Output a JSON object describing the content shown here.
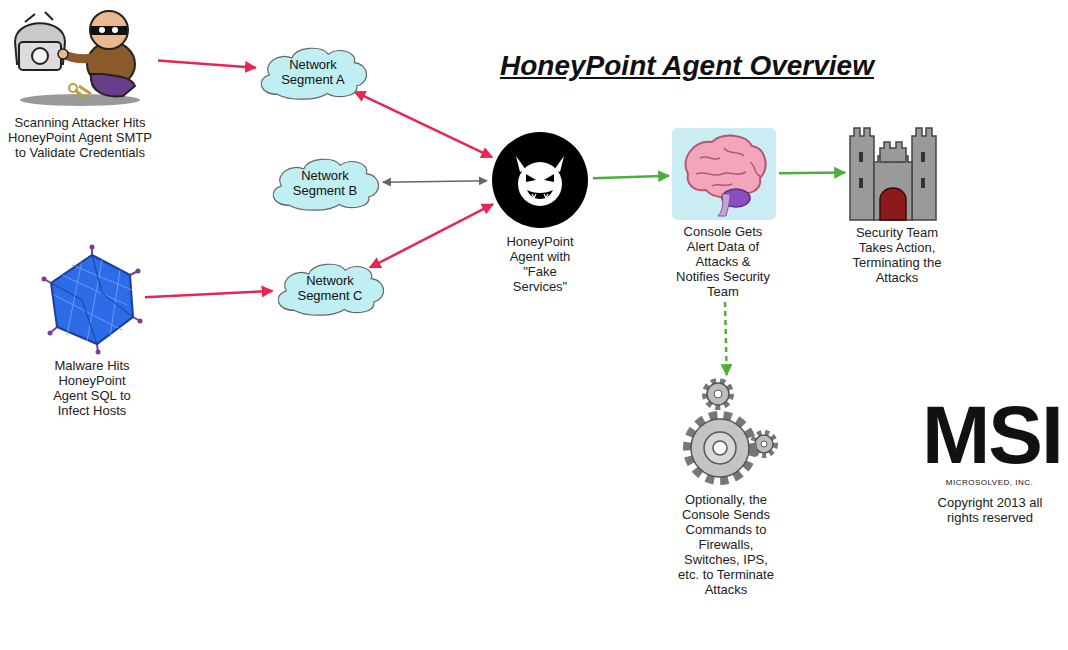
{
  "diagram": {
    "title": "HoneyPoint Agent Overview",
    "nodes": [
      {
        "text": [
          "Scanning Attacker Hits HoneyPoint Agent SMTP to Validate Credentials"
        ]
      },
      {
        "text": [
          "Network Segment A"
        ]
      },
      {
        "text": [
          "Network Segment B"
        ]
      },
      {
        "text": [
          "HoneyPoint Agent with \"Fake Services\""
        ]
      },
      {
        "text": [
          "Console Gets Alert Data of Attacks & Notifies Security Team"
        ]
      },
      {
        "text": [
          "Security Team Takes Action, Terminating the Attacks"
        ]
      },
      {
        "text": [
          "Network Segment C"
        ]
      },
      {
        "text": [
          "Malware Hits HoneyPoint Agent SQL to Infect Hosts"
        ]
      },
      {
        "text": [
          "Optionally, the Console Sends Commands to Firewalls, Switches, IPS, etc. to Terminate Attacks"
        ]
      }
    ],
    "edges": [
      {
        "from": 0,
        "to": 1,
        "arrow": "to"
      },
      {
        "from": 1,
        "to": 3,
        "arrow": "both"
      },
      {
        "from": 2,
        "to": 3,
        "arrow": "both"
      },
      {
        "from": 6,
        "to": 3,
        "arrow": "both"
      },
      {
        "from": 7,
        "to": 6,
        "arrow": "to"
      },
      {
        "from": 3,
        "to": 4,
        "arrow": "to"
      },
      {
        "from": 4,
        "to": 5,
        "arrow": "to"
      },
      {
        "from": 4,
        "to": 8,
        "arrow": "to"
      }
    ],
    "labels": [
      "MSI",
      "MICROSOLVED, INC.",
      "Copyright 2013 all rights reserved"
    ]
  }
}
